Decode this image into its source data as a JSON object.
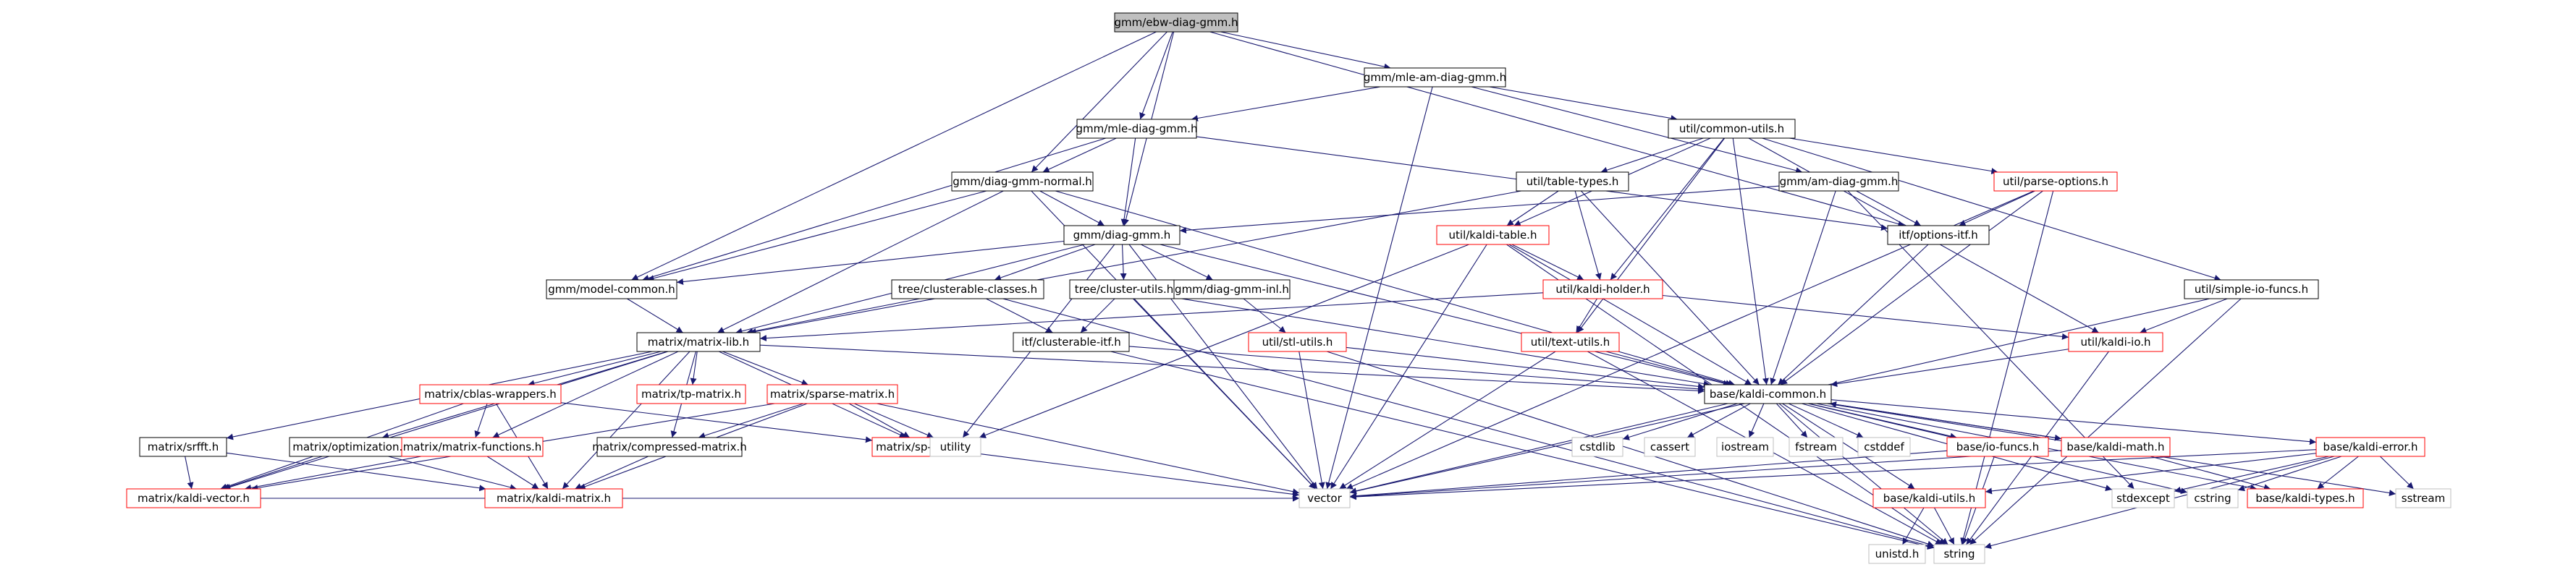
{
  "diagram": {
    "type": "include-dependency-graph",
    "nodes": [
      {
        "id": "ebw",
        "label": "gmm/ebw-diag-gmm.h",
        "style": "root"
      },
      {
        "id": "mleam",
        "label": "gmm/mle-am-diag-gmm.h",
        "style": "normal"
      },
      {
        "id": "mlediag",
        "label": "gmm/mle-diag-gmm.h",
        "style": "normal"
      },
      {
        "id": "commonutils",
        "label": "util/common-utils.h",
        "style": "normal"
      },
      {
        "id": "diagnormal",
        "label": "gmm/diag-gmm-normal.h",
        "style": "normal"
      },
      {
        "id": "tabletypes",
        "label": "util/table-types.h",
        "style": "normal"
      },
      {
        "id": "amdiag",
        "label": "gmm/am-diag-gmm.h",
        "style": "normal"
      },
      {
        "id": "parseopts",
        "label": "util/parse-options.h",
        "style": "red"
      },
      {
        "id": "diaggmm",
        "label": "gmm/diag-gmm.h",
        "style": "normal"
      },
      {
        "id": "kalditable",
        "label": "util/kaldi-table.h",
        "style": "red"
      },
      {
        "id": "optionsitf",
        "label": "itf/options-itf.h",
        "style": "normal"
      },
      {
        "id": "simpleio",
        "label": "util/simple-io-funcs.h",
        "style": "normal"
      },
      {
        "id": "modelcommon",
        "label": "gmm/model-common.h",
        "style": "normal"
      },
      {
        "id": "clusterable",
        "label": "tree/clusterable-classes.h",
        "style": "normal"
      },
      {
        "id": "clusterutils",
        "label": "tree/cluster-utils.h",
        "style": "normal"
      },
      {
        "id": "diaginl",
        "label": "gmm/diag-gmm-inl.h",
        "style": "normal"
      },
      {
        "id": "kaldiholder",
        "label": "util/kaldi-holder.h",
        "style": "red"
      },
      {
        "id": "matrixlib",
        "label": "matrix/matrix-lib.h",
        "style": "normal"
      },
      {
        "id": "clusterableitf",
        "label": "itf/clusterable-itf.h",
        "style": "normal"
      },
      {
        "id": "stlutils",
        "label": "util/stl-utils.h",
        "style": "red"
      },
      {
        "id": "textutils",
        "label": "util/text-utils.h",
        "style": "red"
      },
      {
        "id": "kaldiio",
        "label": "util/kaldi-io.h",
        "style": "red"
      },
      {
        "id": "cblas",
        "label": "matrix/cblas-wrappers.h",
        "style": "red"
      },
      {
        "id": "tpmatrix",
        "label": "matrix/tp-matrix.h",
        "style": "red"
      },
      {
        "id": "sparse",
        "label": "matrix/sparse-matrix.h",
        "style": "red"
      },
      {
        "id": "kaldicommon",
        "label": "base/kaldi-common.h",
        "style": "normal"
      },
      {
        "id": "srfft",
        "label": "matrix/srfft.h",
        "style": "normal"
      },
      {
        "id": "optimization",
        "label": "matrix/optimization.h",
        "style": "normal"
      },
      {
        "id": "matfuncs",
        "label": "matrix/matrix-functions.h",
        "style": "red"
      },
      {
        "id": "compressed",
        "label": "matrix/compressed-matrix.h",
        "style": "normal"
      },
      {
        "id": "spmatrix",
        "label": "matrix/sp-matrix.h",
        "style": "red"
      },
      {
        "id": "utility",
        "label": "utility",
        "style": "gray"
      },
      {
        "id": "cstdlib",
        "label": "cstdlib",
        "style": "gray"
      },
      {
        "id": "cassert",
        "label": "cassert",
        "style": "gray"
      },
      {
        "id": "iostream",
        "label": "iostream",
        "style": "gray"
      },
      {
        "id": "fstream",
        "label": "fstream",
        "style": "gray"
      },
      {
        "id": "cstddef",
        "label": "cstddef",
        "style": "gray"
      },
      {
        "id": "iofuncs",
        "label": "base/io-funcs.h",
        "style": "red"
      },
      {
        "id": "kaldimath",
        "label": "base/kaldi-math.h",
        "style": "red"
      },
      {
        "id": "kaldierror",
        "label": "base/kaldi-error.h",
        "style": "red"
      },
      {
        "id": "kaldivector",
        "label": "matrix/kaldi-vector.h",
        "style": "red"
      },
      {
        "id": "kaldimatrix",
        "label": "matrix/kaldi-matrix.h",
        "style": "red"
      },
      {
        "id": "vector",
        "label": "vector",
        "style": "gray"
      },
      {
        "id": "kaldiutils",
        "label": "base/kaldi-utils.h",
        "style": "red"
      },
      {
        "id": "stdexcept",
        "label": "stdexcept",
        "style": "gray"
      },
      {
        "id": "cstring",
        "label": "cstring",
        "style": "gray"
      },
      {
        "id": "kalditypes",
        "label": "base/kaldi-types.h",
        "style": "red"
      },
      {
        "id": "sstream",
        "label": "sstream",
        "style": "gray"
      },
      {
        "id": "unistd",
        "label": "unistd.h",
        "style": "gray"
      },
      {
        "id": "string",
        "label": "string",
        "style": "gray"
      }
    ],
    "edges": [
      [
        "ebw",
        "mleam"
      ],
      [
        "ebw",
        "mlediag"
      ],
      [
        "ebw",
        "diagnormal"
      ],
      [
        "ebw",
        "diaggmm"
      ],
      [
        "ebw",
        "modelcommon"
      ],
      [
        "ebw",
        "optionsitf"
      ],
      [
        "mleam",
        "mlediag"
      ],
      [
        "mleam",
        "commonutils"
      ],
      [
        "mleam",
        "amdiag"
      ],
      [
        "mleam",
        "vector"
      ],
      [
        "mlediag",
        "diagnormal"
      ],
      [
        "mlediag",
        "diaggmm"
      ],
      [
        "mlediag",
        "modelcommon"
      ],
      [
        "mlediag",
        "optionsitf"
      ],
      [
        "commonutils",
        "parseopts"
      ],
      [
        "commonutils",
        "tabletypes"
      ],
      [
        "commonutils",
        "kalditable"
      ],
      [
        "commonutils",
        "kaldiholder"
      ],
      [
        "commonutils",
        "textutils"
      ],
      [
        "commonutils",
        "kaldicommon"
      ],
      [
        "commonutils",
        "simpleio"
      ],
      [
        "commonutils",
        "kaldiio"
      ],
      [
        "diagnormal",
        "diaggmm"
      ],
      [
        "diagnormal",
        "modelcommon"
      ],
      [
        "diagnormal",
        "matrixlib"
      ],
      [
        "diagnormal",
        "kaldicommon"
      ],
      [
        "diagnormal",
        "vector"
      ],
      [
        "tabletypes",
        "kalditable"
      ],
      [
        "tabletypes",
        "kaldiholder"
      ],
      [
        "tabletypes",
        "matrixlib"
      ],
      [
        "tabletypes",
        "kaldicommon"
      ],
      [
        "amdiag",
        "diaggmm"
      ],
      [
        "amdiag",
        "optionsitf"
      ],
      [
        "amdiag",
        "kaldicommon"
      ],
      [
        "amdiag",
        "stdexcept"
      ],
      [
        "parseopts",
        "optionsitf"
      ],
      [
        "parseopts",
        "kaldicommon"
      ],
      [
        "parseopts",
        "vector"
      ],
      [
        "parseopts",
        "string"
      ],
      [
        "diaggmm",
        "modelcommon"
      ],
      [
        "diaggmm",
        "clusterable"
      ],
      [
        "diaggmm",
        "clusterutils"
      ],
      [
        "diaggmm",
        "diaginl"
      ],
      [
        "diaggmm",
        "matrixlib"
      ],
      [
        "diaggmm",
        "kaldicommon"
      ],
      [
        "diaggmm",
        "utility"
      ],
      [
        "diaggmm",
        "vector"
      ],
      [
        "kalditable",
        "kaldiholder"
      ],
      [
        "kalditable",
        "kaldicommon"
      ],
      [
        "kalditable",
        "utility"
      ],
      [
        "kalditable",
        "vector"
      ],
      [
        "kalditable",
        "string"
      ],
      [
        "optionsitf",
        "kaldicommon"
      ],
      [
        "simpleio",
        "kaldiio"
      ],
      [
        "simpleio",
        "vector"
      ],
      [
        "simpleio",
        "string"
      ],
      [
        "modelcommon",
        "matrixlib"
      ],
      [
        "clusterable",
        "clusterableitf"
      ],
      [
        "clusterable",
        "matrixlib"
      ],
      [
        "clusterable",
        "string"
      ],
      [
        "clusterutils",
        "clusterableitf"
      ],
      [
        "clusterutils",
        "kaldicommon"
      ],
      [
        "clusterutils",
        "vector"
      ],
      [
        "diaginl",
        "stlutils"
      ],
      [
        "kaldiholder",
        "textutils"
      ],
      [
        "kaldiholder",
        "kaldiio"
      ],
      [
        "kaldiholder",
        "matrixlib"
      ],
      [
        "matrixlib",
        "cblas"
      ],
      [
        "matrixlib",
        "tpmatrix"
      ],
      [
        "matrixlib",
        "sparse"
      ],
      [
        "matrixlib",
        "kaldicommon"
      ],
      [
        "matrixlib",
        "srfft"
      ],
      [
        "matrixlib",
        "optimization"
      ],
      [
        "matrixlib",
        "matfuncs"
      ],
      [
        "matrixlib",
        "compressed"
      ],
      [
        "matrixlib",
        "spmatrix"
      ],
      [
        "matrixlib",
        "kaldivector"
      ],
      [
        "matrixlib",
        "kaldimatrix"
      ],
      [
        "clusterableitf",
        "kaldicommon"
      ],
      [
        "clusterableitf",
        "string"
      ],
      [
        "stlutils",
        "kaldicommon"
      ],
      [
        "stlutils",
        "vector"
      ],
      [
        "stlutils",
        "string"
      ],
      [
        "textutils",
        "kaldicommon"
      ],
      [
        "textutils",
        "vector"
      ],
      [
        "textutils",
        "string"
      ],
      [
        "kaldiio",
        "kaldicommon"
      ],
      [
        "kaldiio",
        "string"
      ],
      [
        "cblas",
        "matfuncs"
      ],
      [
        "cblas",
        "spmatrix"
      ],
      [
        "cblas",
        "kaldivector"
      ],
      [
        "cblas",
        "kaldimatrix"
      ],
      [
        "sparse",
        "compressed"
      ],
      [
        "sparse",
        "spmatrix"
      ],
      [
        "sparse",
        "kaldivector"
      ],
      [
        "sparse",
        "kaldimatrix"
      ],
      [
        "sparse",
        "utility"
      ],
      [
        "sparse",
        "vector"
      ],
      [
        "kaldicommon",
        "cstdlib"
      ],
      [
        "kaldicommon",
        "cassert"
      ],
      [
        "kaldicommon",
        "iostream"
      ],
      [
        "kaldicommon",
        "fstream"
      ],
      [
        "kaldicommon",
        "cstddef"
      ],
      [
        "kaldicommon",
        "iofuncs"
      ],
      [
        "kaldicommon",
        "kaldimath"
      ],
      [
        "kaldicommon",
        "kaldierror"
      ],
      [
        "kaldicommon",
        "kaldiutils"
      ],
      [
        "kaldicommon",
        "vector"
      ],
      [
        "kaldicommon",
        "stdexcept"
      ],
      [
        "kaldicommon",
        "cstring"
      ],
      [
        "kaldicommon",
        "sstream"
      ],
      [
        "kaldicommon",
        "string"
      ],
      [
        "kaldicommon",
        "kalditypes"
      ],
      [
        "srfft",
        "kaldivector"
      ],
      [
        "srfft",
        "kaldimatrix"
      ],
      [
        "optimization",
        "kaldivector"
      ],
      [
        "optimization",
        "kaldimatrix"
      ],
      [
        "matfuncs",
        "kaldivector"
      ],
      [
        "matfuncs",
        "kaldimatrix"
      ],
      [
        "compressed",
        "kaldimatrix"
      ],
      [
        "spmatrix",
        "vector"
      ],
      [
        "iofuncs",
        "vector"
      ],
      [
        "iofuncs",
        "string"
      ],
      [
        "kaldimath",
        "kaldicommon"
      ],
      [
        "kaldimath",
        "vector"
      ],
      [
        "kaldimath",
        "kalditypes"
      ],
      [
        "kaldierror",
        "vector"
      ],
      [
        "kaldierror",
        "kaldiutils"
      ],
      [
        "kaldierror",
        "stdexcept"
      ],
      [
        "kaldierror",
        "cstring"
      ],
      [
        "kaldierror",
        "kalditypes"
      ],
      [
        "kaldierror",
        "sstream"
      ],
      [
        "kaldierror",
        "string"
      ],
      [
        "kaldiutils",
        "unistd"
      ],
      [
        "kaldiutils",
        "string"
      ],
      [
        "kaldivector",
        "vector"
      ],
      [
        "kaldimatrix",
        "vector"
      ]
    ]
  }
}
